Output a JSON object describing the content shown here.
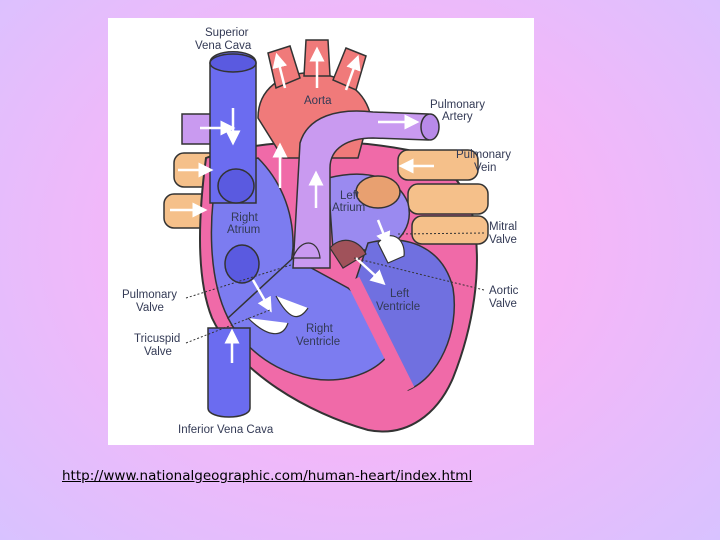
{
  "diagram": {
    "labels": {
      "superior_vena_cava_1": "Superior",
      "superior_vena_cava_2": "Vena Cava",
      "aorta": "Aorta",
      "pulmonary_artery_1": "Pulmonary",
      "pulmonary_artery_2": "Artery",
      "pulmonary_vein_1": "Pulmonary",
      "pulmonary_vein_2": "Vein",
      "left_atrium_1": "Left",
      "left_atrium_2": "Atrium",
      "right_atrium_1": "Right",
      "right_atrium_2": "Atrium",
      "mitral_valve_1": "Mitral",
      "mitral_valve_2": "Valve",
      "pulmonary_valve_1": "Pulmonary",
      "pulmonary_valve_2": "Valve",
      "aortic_valve_1": "Aortic",
      "aortic_valve_2": "Valve",
      "left_ventricle_1": "Left",
      "left_ventricle_2": "Ventricle",
      "right_ventricle_1": "Right",
      "right_ventricle_2": "Ventricle",
      "tricuspid_valve_1": "Tricuspid",
      "tricuspid_valve_2": "Valve",
      "inferior_vena_cava": "Inferior Vena Cava"
    },
    "colors": {
      "vena_cava": "#6b6cf0",
      "aorta": "#f07a7a",
      "pulmonary_artery": "#c99af0",
      "pulmonary_vein": "#f5c08a",
      "heart_wall": "#f06aa8",
      "right_chambers": "#7c7cf0",
      "left_chambers": "#7070e0",
      "valves": "#a0525a"
    }
  },
  "source": {
    "url": "http://www.nationalgeographic.com/human-heart/index.html"
  }
}
